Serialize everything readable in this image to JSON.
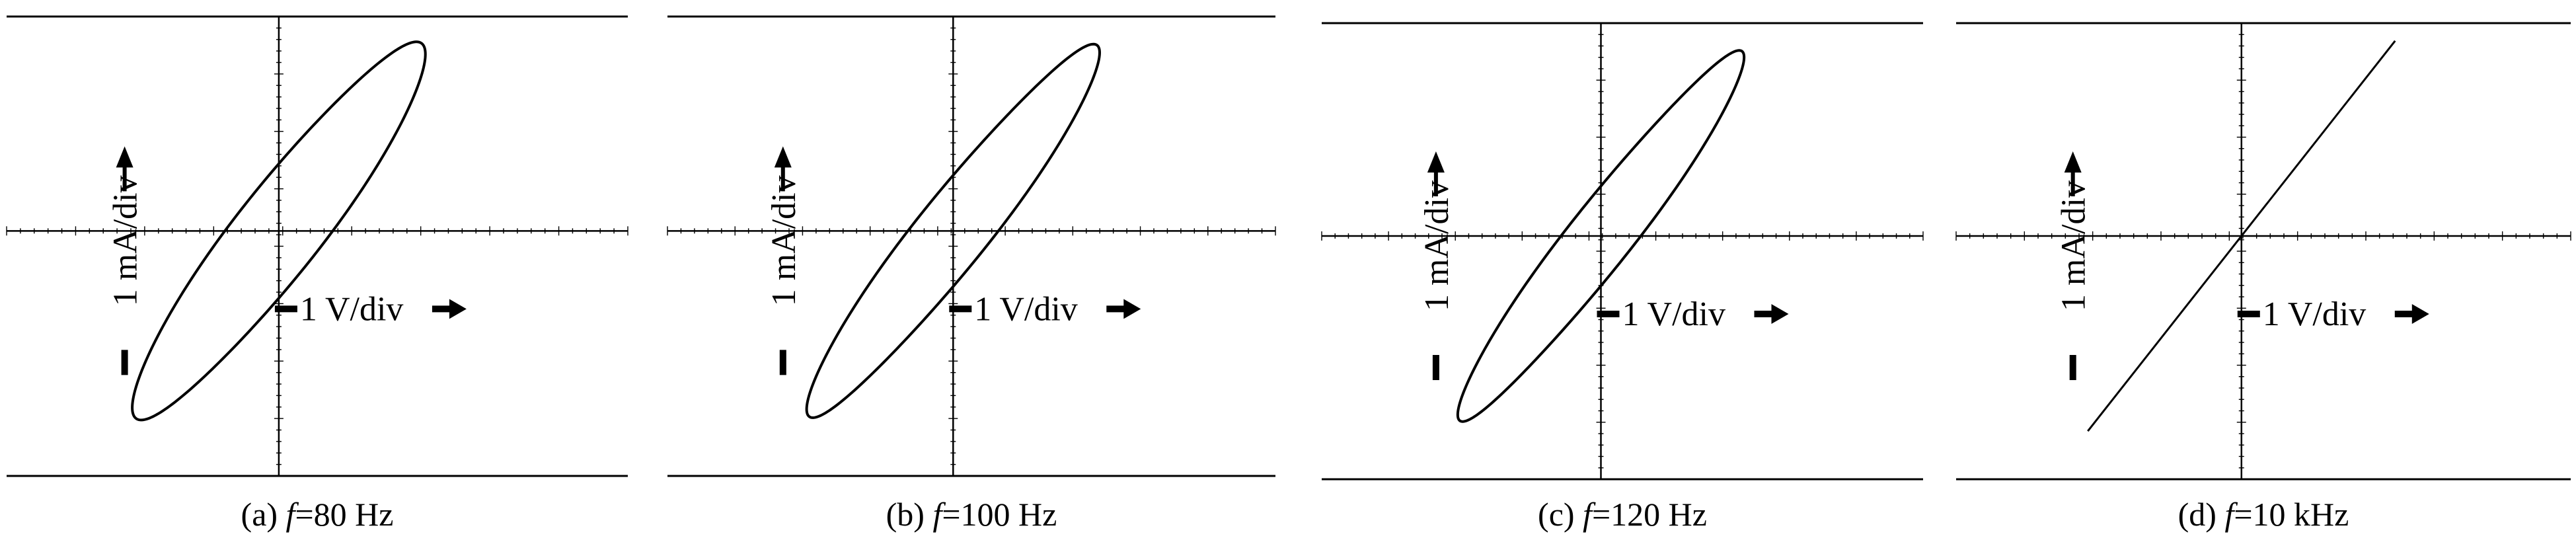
{
  "figure": {
    "shared_labels": {
      "y_scale": "1 mA/div",
      "x_scale": "1 V/div"
    }
  },
  "chart_data": [
    {
      "type": "line",
      "caption_prefix": "(a) ",
      "caption_var": "f",
      "caption_value": "=80 Hz",
      "ylabel": "1 mA/div",
      "xlabel": "1 V/div",
      "xlim": [
        -3.9,
        5.0
      ],
      "ylim": [
        -4.8,
        4.2
      ],
      "x_divisions": 10,
      "y_divisions": 8,
      "grid": false,
      "curve": {
        "shape": "hysteresis-loop",
        "x_amplitude": 2.1,
        "y_amplitude": 3.65,
        "phase_width": 0.12
      }
    },
    {
      "type": "line",
      "caption_prefix": "(b) ",
      "caption_var": "f",
      "caption_value": "=100 Hz",
      "ylabel": "1 mA/div",
      "xlabel": "1 V/div",
      "xlim": [
        -3.9,
        4.4
      ],
      "ylim": [
        -4.8,
        4.2
      ],
      "x_divisions": 10,
      "y_divisions": 8,
      "grid": false,
      "curve": {
        "shape": "hysteresis-loop",
        "x_amplitude": 2.0,
        "y_amplitude": 3.6,
        "phase_width": 0.1
      }
    },
    {
      "type": "line",
      "caption_prefix": "(c) ",
      "caption_var": "f",
      "caption_value": "=120 Hz",
      "ylabel": "1 mA/div",
      "xlabel": "1 V/div",
      "xlim": [
        -3.9,
        4.5
      ],
      "ylim": [
        -4.8,
        4.2
      ],
      "x_divisions": 10,
      "y_divisions": 8,
      "grid": false,
      "curve": {
        "shape": "hysteresis-loop",
        "x_amplitude": 2.0,
        "y_amplitude": 3.6,
        "phase_width": 0.09
      }
    },
    {
      "type": "line",
      "caption_prefix": "(d) ",
      "caption_var": "f",
      "caption_value": "=10 kHz",
      "ylabel": "1 mA/div",
      "xlabel": "1 V/div",
      "xlim": [
        -3.9,
        4.5
      ],
      "ylim": [
        -4.8,
        4.2
      ],
      "x_divisions": 10,
      "y_divisions": 8,
      "grid": false,
      "curve": {
        "shape": "straight-line",
        "x_amplitude": 2.1,
        "y_amplitude": 3.85,
        "phase_width": 0
      }
    }
  ]
}
